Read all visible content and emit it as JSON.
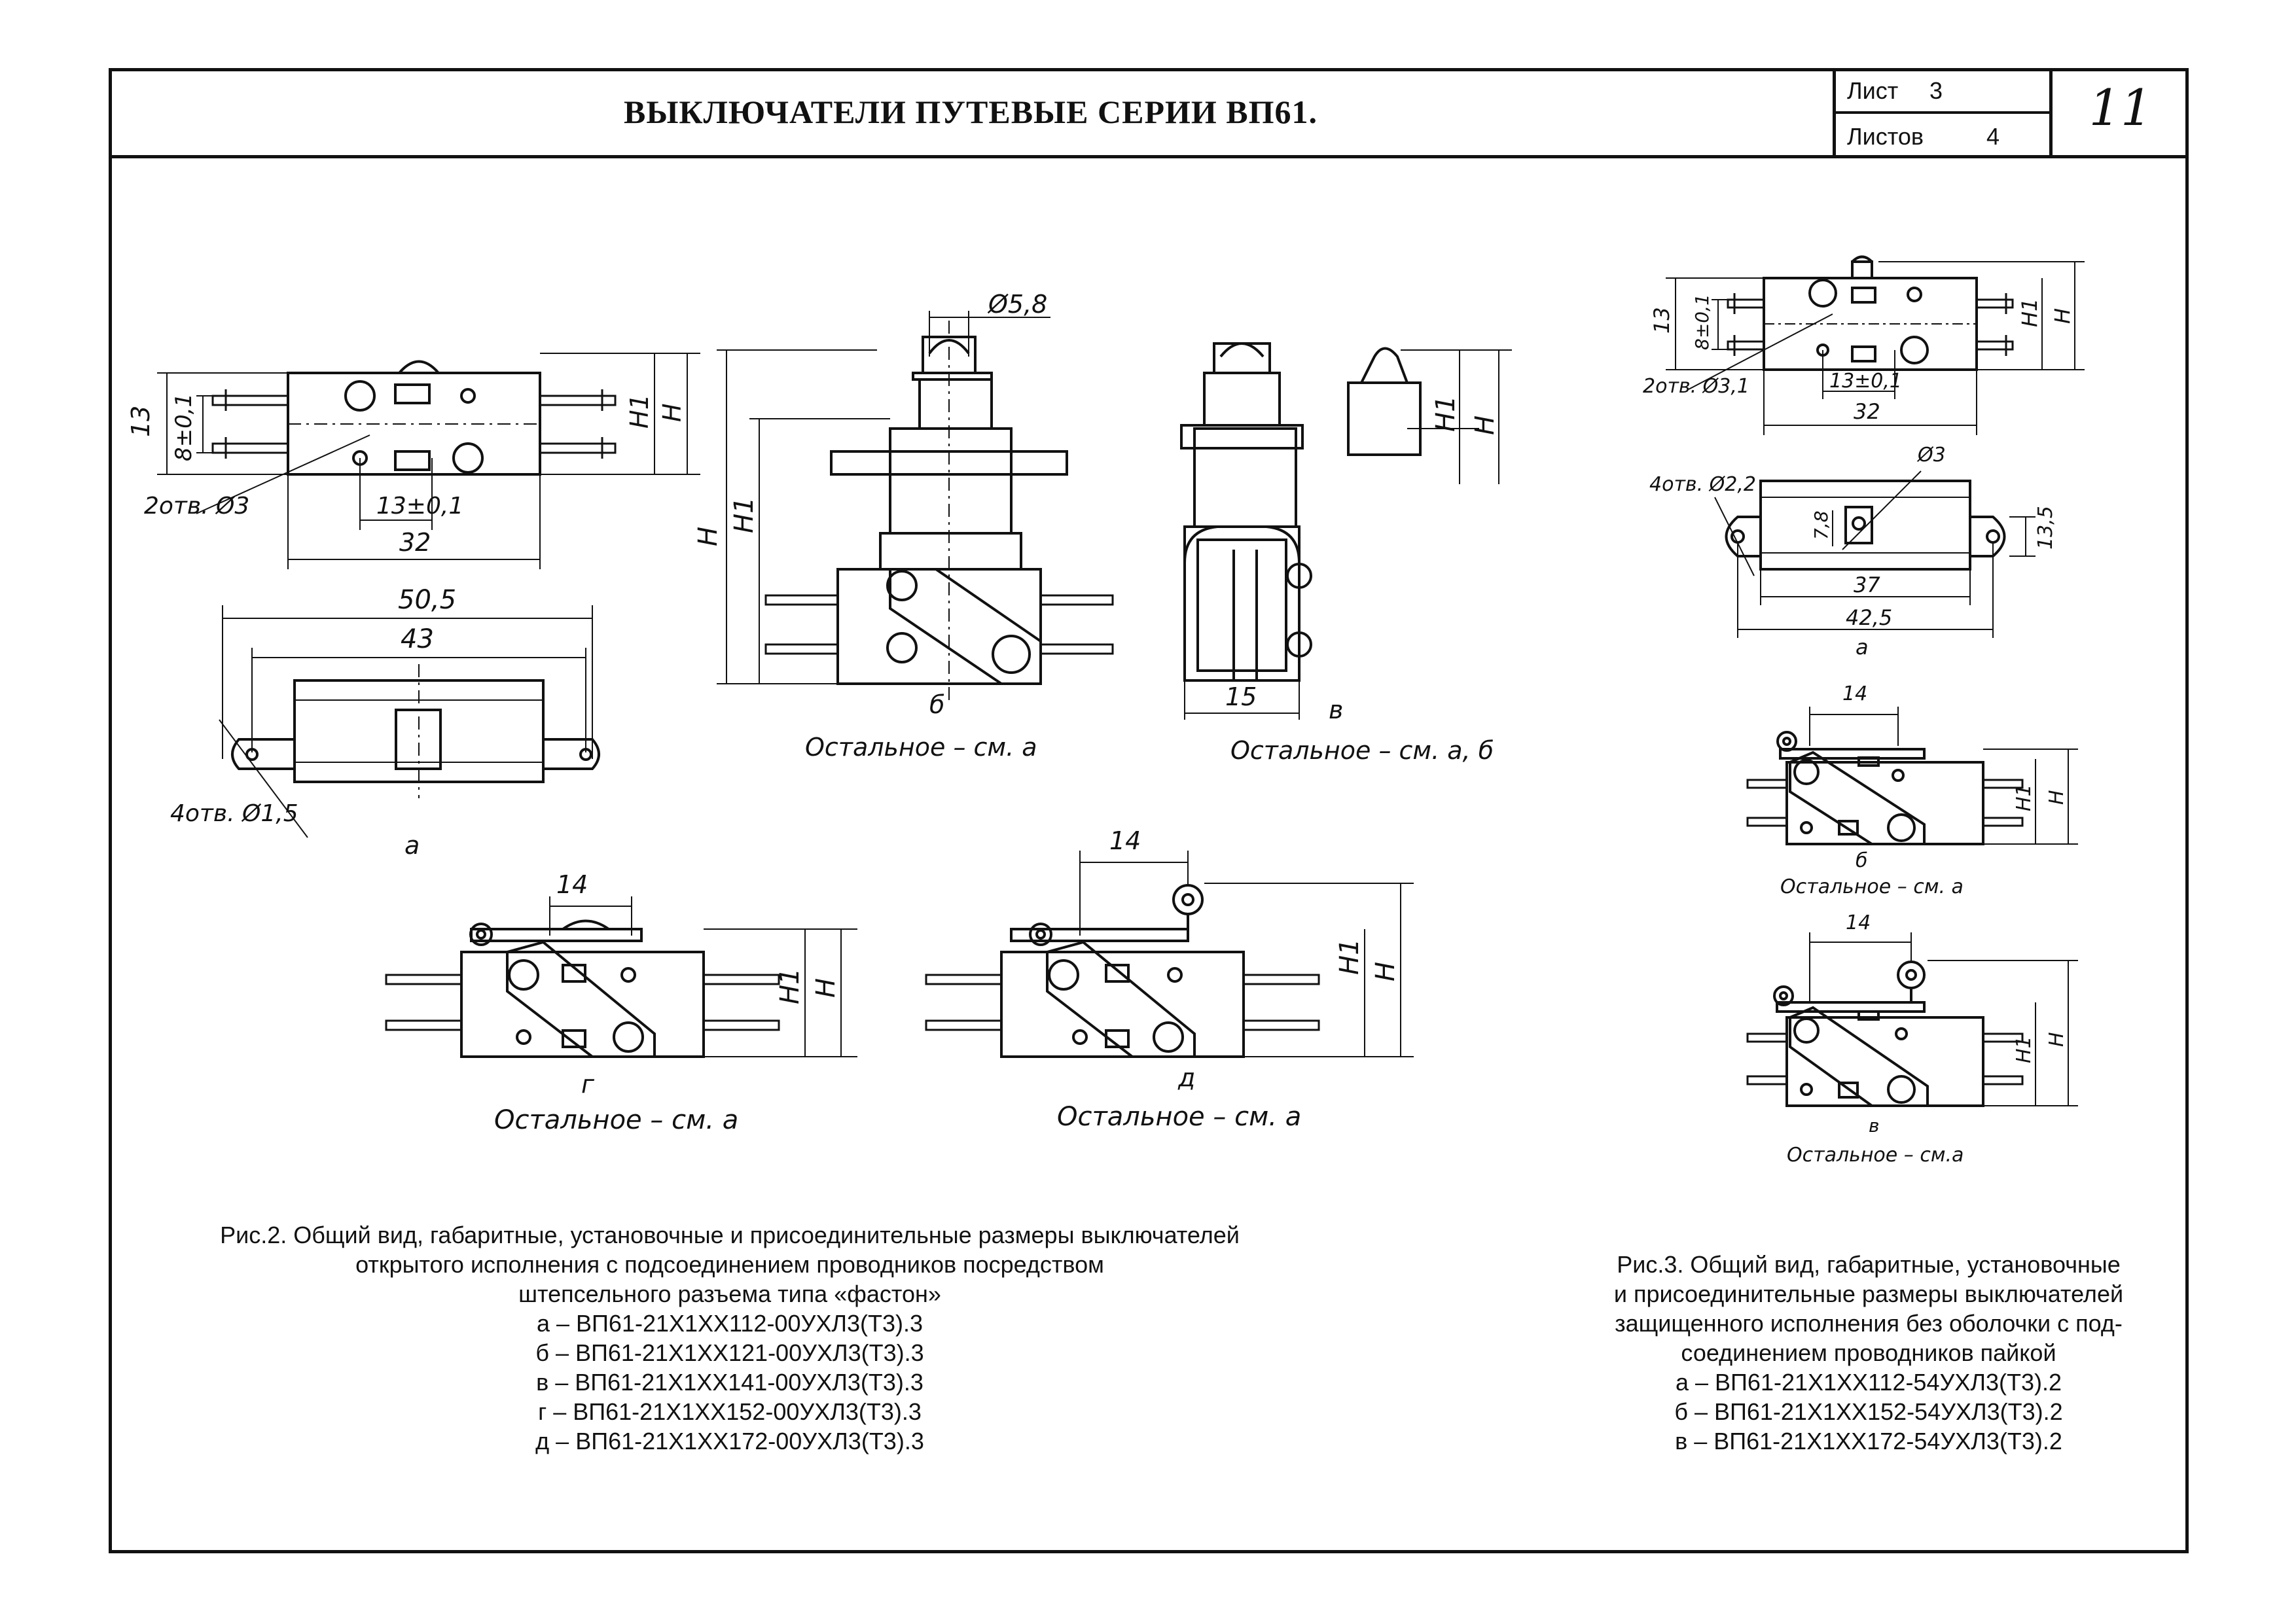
{
  "header": {
    "title": "ВЫКЛЮЧАТЕЛИ ПУТЕВЫЕ СЕРИИ ВП61.",
    "sheet_label": "Лист",
    "sheet_value": "3",
    "sheets_label": "Листов",
    "sheets_value": "4",
    "page_number": "11"
  },
  "fig2": {
    "caption_lines": [
      "Рис.2. Общий вид, габаритные, установочные и присоединительные размеры выключателей",
      "открытого исполнения с подсоединением проводников посредством",
      "штепсельного разъема типа «фастон»",
      "а – ВП61-21Х1ХХ112-00УХЛ3(Т3).3",
      "б – ВП61-21Х1ХХ121-00УХЛ3(Т3).3",
      "в – ВП61-21Х1ХХ141-00УХЛ3(Т3).3",
      "г – ВП61-21Х1ХХ152-00УХЛ3(Т3).3",
      "д – ВП61-21Х1ХХ172-00УХЛ3(Т3).3"
    ],
    "labels": {
      "view_a": "а",
      "view_b": "б",
      "view_v": "в",
      "view_g": "г",
      "view_d": "д",
      "rest_b": "Остальное – см. а",
      "rest_v": "Остальное – см. а, б",
      "rest_g": "Остальное – см. а",
      "rest_d": "Остальное – см. а"
    },
    "dims": {
      "d13": "13",
      "d8": "8±0,1",
      "d13tol": "13±0,1",
      "d32": "32",
      "holes2": "2отв. Ø3",
      "d505": "50,5",
      "d43": "43",
      "holes4": "4отв. Ø1,5",
      "d58": "Ø5,8",
      "d15": "15",
      "d14": "14",
      "H": "H",
      "H1": "H1"
    }
  },
  "fig3": {
    "caption_lines": [
      "Рис.3. Общий вид, габаритные, установочные",
      "и присоединительные размеры выключателей",
      "защищенного исполнения без оболочки с под-",
      "соединением проводников пайкой",
      "а – ВП61-21Х1ХХ112-54УХЛ3(Т3).2",
      "б – ВП61-21Х1ХХ152-54УХЛ3(Т3).2",
      "в – ВП61-21Х1ХХ172-54УХЛ3(Т3).2"
    ],
    "labels": {
      "view_a": "а",
      "view_b": "б",
      "view_v": "в",
      "rest_b": "Остальное – см. а",
      "rest_v": "Остальное – см.а"
    },
    "dims": {
      "d13": "13",
      "d8": "8±0,1",
      "d13tol": "13±0,1",
      "d32": "32",
      "holes2": "2отв. Ø3,1",
      "d3": "Ø3",
      "holes4": "4отв. Ø2,2",
      "d78": "7,8",
      "d135": "13,5",
      "d37": "37",
      "d425": "42,5",
      "d14": "14"
    }
  }
}
